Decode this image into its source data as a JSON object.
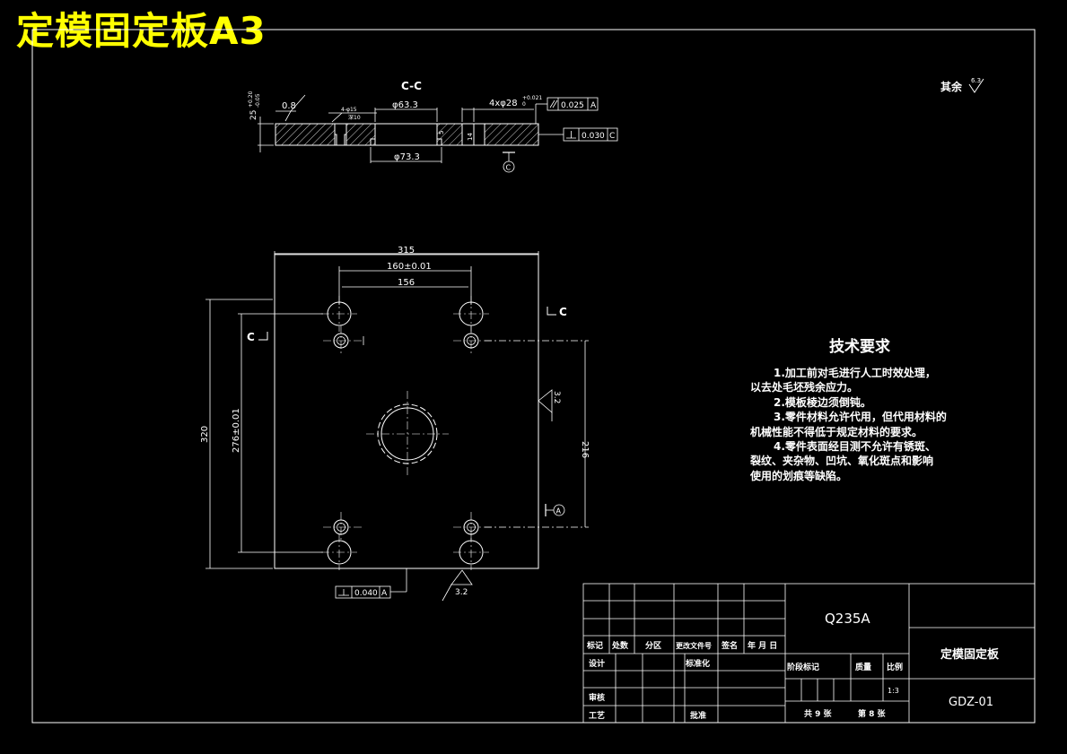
{
  "drawing": {
    "title": "定模固定板A3",
    "accent_color": "#ffff00",
    "line_color": "#ffffff"
  },
  "roughness_other": "其余",
  "roughness_other_value": "6.3",
  "section": {
    "label": "C-C",
    "dim_thickness": "25",
    "dim_thickness_tol_upper": "+0.20",
    "dim_thickness_tol_lower": "-0.05",
    "roughness_left": "0.8",
    "counterbore_label": "4-φ15",
    "counterbore_depth": "深10",
    "bore_top": "φ63.3",
    "bore_bottom": "φ73.3",
    "holes_label": "4xφ28",
    "holes_tol": "+0.021",
    "holes_tol_lower": "0",
    "depth_small_1": "5",
    "depth_small_2": "14",
    "gtol_parallel_value": "0.025",
    "gtol_parallel_datum": "A",
    "gtol_perp_value": "0.030",
    "gtol_perp_datum": "C",
    "datum_c": "C"
  },
  "plan": {
    "width": "315",
    "hole_spacing_outer": "160±0.01",
    "hole_spacing_inner": "156",
    "height": "320",
    "hole_vertical": "276±0.01",
    "datum_span": "216",
    "section_mark_right": "C",
    "section_mark_left": "C",
    "roughness_right": "3.2",
    "roughness_bottom": "3.2",
    "datum_a": "A",
    "gtol_bottom_value": "0.040",
    "gtol_bottom_datum": "A"
  },
  "tech_requirements": {
    "title": "技术要求",
    "lines": [
      "1.加工前对毛进行人工时效处理，",
      "以去处毛坯残余应力。",
      "2.模板棱边须倒钝。",
      "3.零件材料允许代用，但代用材料的",
      "机械性能不得低于规定材料的要求。",
      "4.零件表面经目测不允许有锈斑、",
      "裂纹、夹杂物、凹坑、氧化斑点和影响",
      "使用的划痕等缺陷。"
    ]
  },
  "title_block": {
    "material": "Q235A",
    "part_name": "定模固定板",
    "drawing_no": "GDZ-01",
    "col_headers": [
      "标记",
      "处数",
      "分区",
      "更改文件号",
      "签名",
      "年 月 日"
    ],
    "design": "设计",
    "standardize": "标准化",
    "review": "审核",
    "process": "工艺",
    "approve": "批准",
    "stage_mark": "阶段标记",
    "mass": "质量",
    "scale": "比例",
    "scale_value": "1:3",
    "sheet_total": "共 9 张",
    "sheet_no": "第 8 张"
  }
}
